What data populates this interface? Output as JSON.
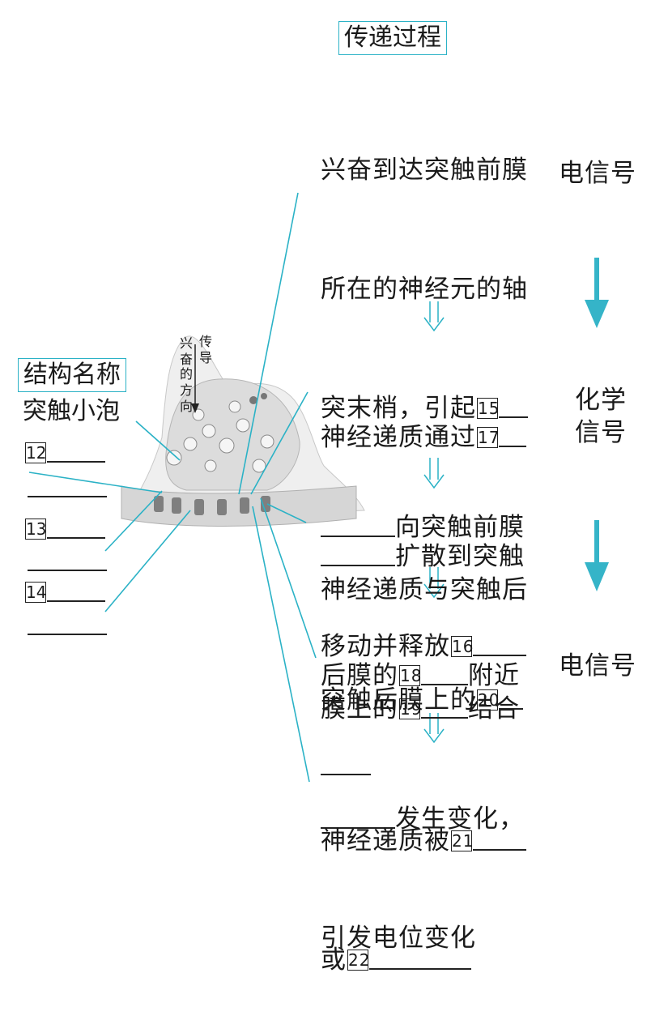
{
  "process_title": "传递过程",
  "structure_title": "结构名称",
  "structure_vesicle": "突触小泡",
  "structure_items": [
    "12",
    "13",
    "14"
  ],
  "arrow_labels": [
    "兴奋",
    "传导",
    "的方",
    "向"
  ],
  "steps": {
    "s1": [
      "兴奋到达突触前膜",
      "所在的神经元的轴",
      "突末梢，引起",
      "向突触前膜",
      "移动并释放"
    ],
    "s1_nums": [
      "15",
      "16"
    ],
    "s2": [
      "神经递质通过",
      "扩散到突触",
      "后膜的",
      "附近"
    ],
    "s2_nums": [
      "17",
      "18"
    ],
    "s3": [
      "神经递质与突触后",
      "膜上的",
      "结合"
    ],
    "s3_nums": [
      "19"
    ],
    "s4": [
      "突触后膜上的",
      "发生变化，",
      "引发电位变化"
    ],
    "s4_nums": [
      "20"
    ],
    "s5": [
      "神经递质被",
      "或"
    ],
    "s5_nums": [
      "21",
      "22"
    ]
  },
  "signals": {
    "first": "电信号",
    "middle_a": "化学",
    "middle_b": "信号",
    "last": "电信号"
  },
  "colors": {
    "accent": "#2bb2c6",
    "arrow": "#35b4c8",
    "text": "#1a1a1a"
  }
}
